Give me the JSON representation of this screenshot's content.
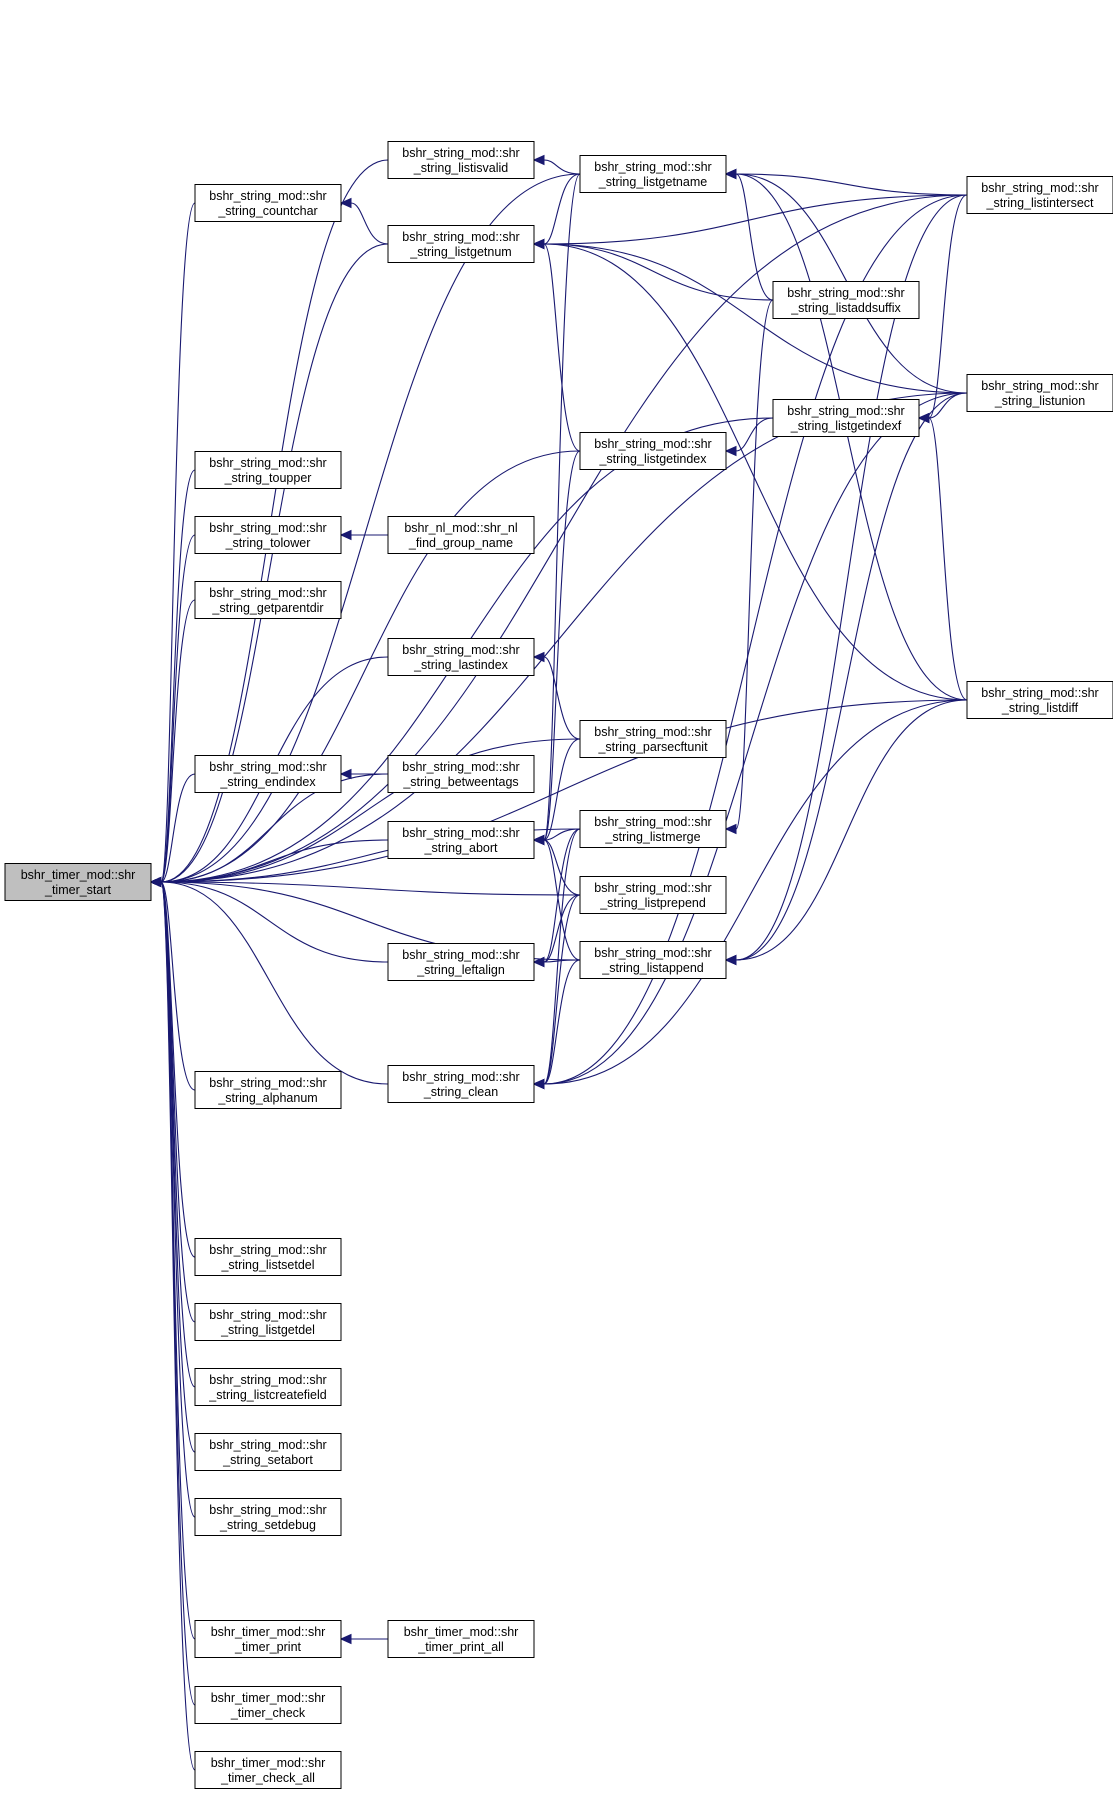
{
  "graph": {
    "edge_color": "#191970",
    "root_fill": "#bfbfbf",
    "nodes": [
      {
        "id": "timer_start",
        "line1": "bshr_timer_mod::shr",
        "line2": "_timer_start",
        "root": true
      },
      {
        "id": "countchar",
        "line1": "bshr_string_mod::shr",
        "line2": "_string_countchar"
      },
      {
        "id": "toupper",
        "line1": "bshr_string_mod::shr",
        "line2": "_string_toupper"
      },
      {
        "id": "tolower",
        "line1": "bshr_string_mod::shr",
        "line2": "_string_tolower"
      },
      {
        "id": "getparentdir",
        "line1": "bshr_string_mod::shr",
        "line2": "_string_getparentdir"
      },
      {
        "id": "endindex",
        "line1": "bshr_string_mod::shr",
        "line2": "_string_endindex"
      },
      {
        "id": "alphanum",
        "line1": "bshr_string_mod::shr",
        "line2": "_string_alphanum"
      },
      {
        "id": "listsetdel",
        "line1": "bshr_string_mod::shr",
        "line2": "_string_listsetdel"
      },
      {
        "id": "listgetdel",
        "line1": "bshr_string_mod::shr",
        "line2": "_string_listgetdel"
      },
      {
        "id": "listcreatefield",
        "line1": "bshr_string_mod::shr",
        "line2": "_string_listcreatefield"
      },
      {
        "id": "setabort",
        "line1": "bshr_string_mod::shr",
        "line2": "_string_setabort"
      },
      {
        "id": "setdebug",
        "line1": "bshr_string_mod::shr",
        "line2": "_string_setdebug"
      },
      {
        "id": "timer_print",
        "line1": "bshr_timer_mod::shr",
        "line2": "_timer_print"
      },
      {
        "id": "timer_check",
        "line1": "bshr_timer_mod::shr",
        "line2": "_timer_check"
      },
      {
        "id": "timer_check_all",
        "line1": "bshr_timer_mod::shr",
        "line2": "_timer_check_all"
      },
      {
        "id": "listisvalid",
        "line1": "bshr_string_mod::shr",
        "line2": "_string_listisvalid"
      },
      {
        "id": "listgetnum",
        "line1": "bshr_string_mod::shr",
        "line2": "_string_listgetnum"
      },
      {
        "id": "find_group_name",
        "line1": "bshr_nl_mod::shr_nl",
        "line2": "_find_group_name"
      },
      {
        "id": "lastindex",
        "line1": "bshr_string_mod::shr",
        "line2": "_string_lastindex"
      },
      {
        "id": "betweentags",
        "line1": "bshr_string_mod::shr",
        "line2": "_string_betweentags"
      },
      {
        "id": "abort",
        "line1": "bshr_string_mod::shr",
        "line2": "_string_abort"
      },
      {
        "id": "leftalign",
        "line1": "bshr_string_mod::shr",
        "line2": "_string_leftalign"
      },
      {
        "id": "clean",
        "line1": "bshr_string_mod::shr",
        "line2": "_string_clean"
      },
      {
        "id": "timer_print_all",
        "line1": "bshr_timer_mod::shr",
        "line2": "_timer_print_all"
      },
      {
        "id": "listgetname",
        "line1": "bshr_string_mod::shr",
        "line2": "_string_listgetname"
      },
      {
        "id": "listgetindex",
        "line1": "bshr_string_mod::shr",
        "line2": "_string_listgetindex"
      },
      {
        "id": "parsecftunit",
        "line1": "bshr_string_mod::shr",
        "line2": "_string_parsecftunit"
      },
      {
        "id": "listmerge",
        "line1": "bshr_string_mod::shr",
        "line2": "_string_listmerge"
      },
      {
        "id": "listprepend",
        "line1": "bshr_string_mod::shr",
        "line2": "_string_listprepend"
      },
      {
        "id": "listappend",
        "line1": "bshr_string_mod::shr",
        "line2": "_string_listappend"
      },
      {
        "id": "listaddsuffix",
        "line1": "bshr_string_mod::shr",
        "line2": "_string_listaddsuffix"
      },
      {
        "id": "listgetindexf",
        "line1": "bshr_string_mod::shr",
        "line2": "_string_listgetindexf"
      },
      {
        "id": "listintersect",
        "line1": "bshr_string_mod::shr",
        "line2": "_string_listintersect"
      },
      {
        "id": "listunion",
        "line1": "bshr_string_mod::shr",
        "line2": "_string_listunion"
      },
      {
        "id": "listdiff",
        "line1": "bshr_string_mod::shr",
        "line2": "_string_listdiff"
      }
    ],
    "edges": [
      [
        "countchar",
        "timer_start"
      ],
      [
        "toupper",
        "timer_start"
      ],
      [
        "tolower",
        "timer_start"
      ],
      [
        "getparentdir",
        "timer_start"
      ],
      [
        "endindex",
        "timer_start"
      ],
      [
        "alphanum",
        "timer_start"
      ],
      [
        "listsetdel",
        "timer_start"
      ],
      [
        "listgetdel",
        "timer_start"
      ],
      [
        "listcreatefield",
        "timer_start"
      ],
      [
        "setabort",
        "timer_start"
      ],
      [
        "setdebug",
        "timer_start"
      ],
      [
        "timer_print",
        "timer_start"
      ],
      [
        "timer_check",
        "timer_start"
      ],
      [
        "timer_check_all",
        "timer_start"
      ],
      [
        "listisvalid",
        "timer_start"
      ],
      [
        "listgetnum",
        "timer_start"
      ],
      [
        "lastindex",
        "timer_start"
      ],
      [
        "betweentags",
        "timer_start"
      ],
      [
        "abort",
        "timer_start"
      ],
      [
        "leftalign",
        "timer_start"
      ],
      [
        "clean",
        "timer_start"
      ],
      [
        "listgetname",
        "timer_start"
      ],
      [
        "listgetindex",
        "timer_start"
      ],
      [
        "parsecftunit",
        "timer_start"
      ],
      [
        "listmerge",
        "timer_start"
      ],
      [
        "listprepend",
        "timer_start"
      ],
      [
        "listappend",
        "timer_start"
      ],
      [
        "listgetindexf",
        "timer_start"
      ],
      [
        "listintersect",
        "timer_start"
      ],
      [
        "listunion",
        "timer_start"
      ],
      [
        "listdiff",
        "timer_start"
      ],
      [
        "listgetnum",
        "countchar"
      ],
      [
        "find_group_name",
        "tolower"
      ],
      [
        "betweentags",
        "endindex"
      ],
      [
        "timer_print_all",
        "timer_print"
      ],
      [
        "listgetname",
        "listisvalid"
      ],
      [
        "listgetname",
        "listgetnum"
      ],
      [
        "listgetindex",
        "listgetnum"
      ],
      [
        "listaddsuffix",
        "listgetnum"
      ],
      [
        "listintersect",
        "listgetnum"
      ],
      [
        "listunion",
        "listgetnum"
      ],
      [
        "listdiff",
        "listgetnum"
      ],
      [
        "parsecftunit",
        "lastindex"
      ],
      [
        "listgetname",
        "abort"
      ],
      [
        "listgetindex",
        "abort"
      ],
      [
        "parsecftunit",
        "abort"
      ],
      [
        "listmerge",
        "abort"
      ],
      [
        "listprepend",
        "abort"
      ],
      [
        "listappend",
        "abort"
      ],
      [
        "listmerge",
        "leftalign"
      ],
      [
        "listprepend",
        "leftalign"
      ],
      [
        "listappend",
        "leftalign"
      ],
      [
        "listmerge",
        "clean"
      ],
      [
        "listprepend",
        "clean"
      ],
      [
        "listappend",
        "clean"
      ],
      [
        "listintersect",
        "clean"
      ],
      [
        "listunion",
        "clean"
      ],
      [
        "listdiff",
        "clean"
      ],
      [
        "listaddsuffix",
        "listgetname"
      ],
      [
        "listintersect",
        "listgetname"
      ],
      [
        "listunion",
        "listgetname"
      ],
      [
        "listdiff",
        "listgetname"
      ],
      [
        "listgetindexf",
        "listgetindex"
      ],
      [
        "listaddsuffix",
        "listmerge"
      ],
      [
        "listintersect",
        "listappend"
      ],
      [
        "listunion",
        "listappend"
      ],
      [
        "listdiff",
        "listappend"
      ],
      [
        "listintersect",
        "listgetindexf"
      ],
      [
        "listunion",
        "listgetindexf"
      ],
      [
        "listdiff",
        "listgetindexf"
      ]
    ]
  }
}
